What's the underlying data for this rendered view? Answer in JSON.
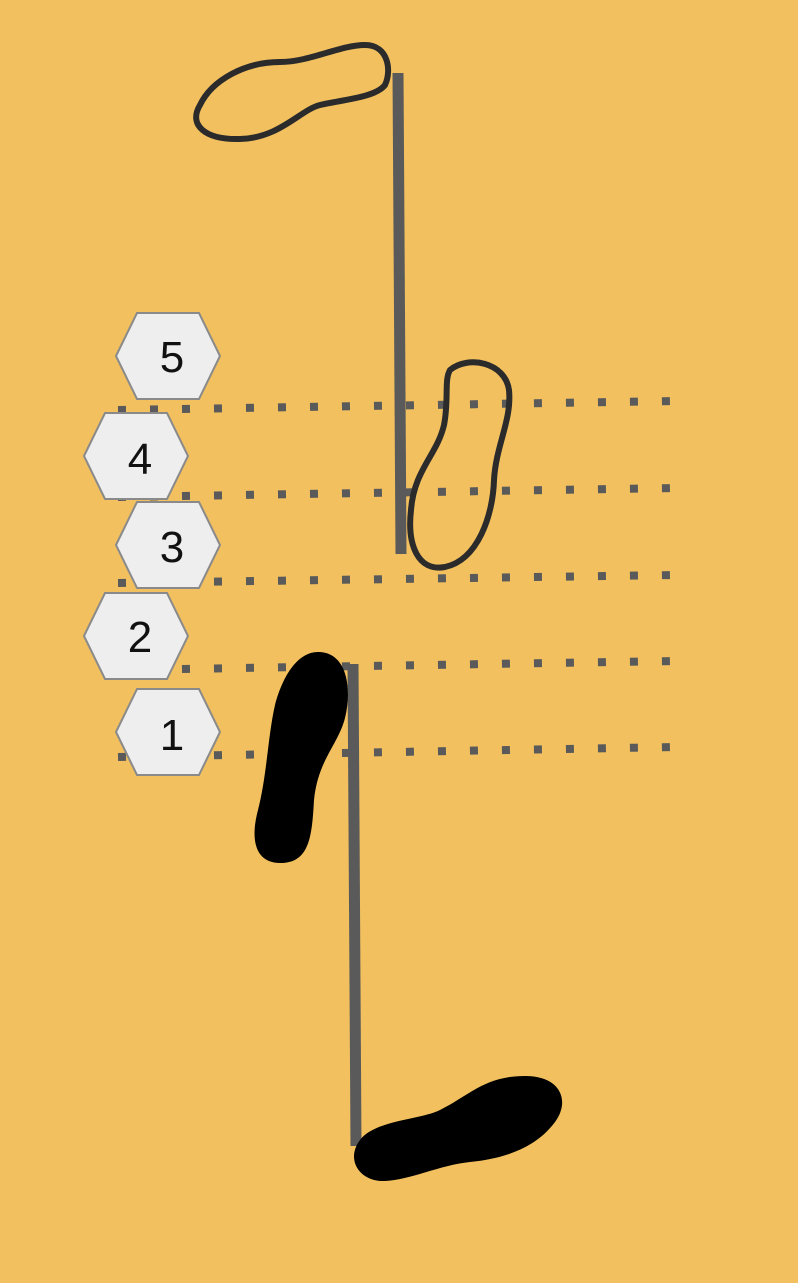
{
  "colors": {
    "background": "#f2c05f",
    "guide_line": "#5a5a5a",
    "dotted_line": "#5a5a5a",
    "footprint_filled": "#000000",
    "footprint_outline": "#2b2b2b",
    "hex_fill": "#eeeeee",
    "hex_stroke": "#8a8a8a"
  },
  "lines": [
    {
      "label": "5"
    },
    {
      "label": "4"
    },
    {
      "label": "3"
    },
    {
      "label": "2"
    },
    {
      "label": "1"
    }
  ],
  "footprints": [
    {
      "name": "right-foot-filled-start",
      "style": "filled"
    },
    {
      "name": "left-foot-filled-upright",
      "style": "filled"
    },
    {
      "name": "right-foot-outline-upright",
      "style": "outline"
    },
    {
      "name": "left-foot-outline-top",
      "style": "outline"
    }
  ]
}
